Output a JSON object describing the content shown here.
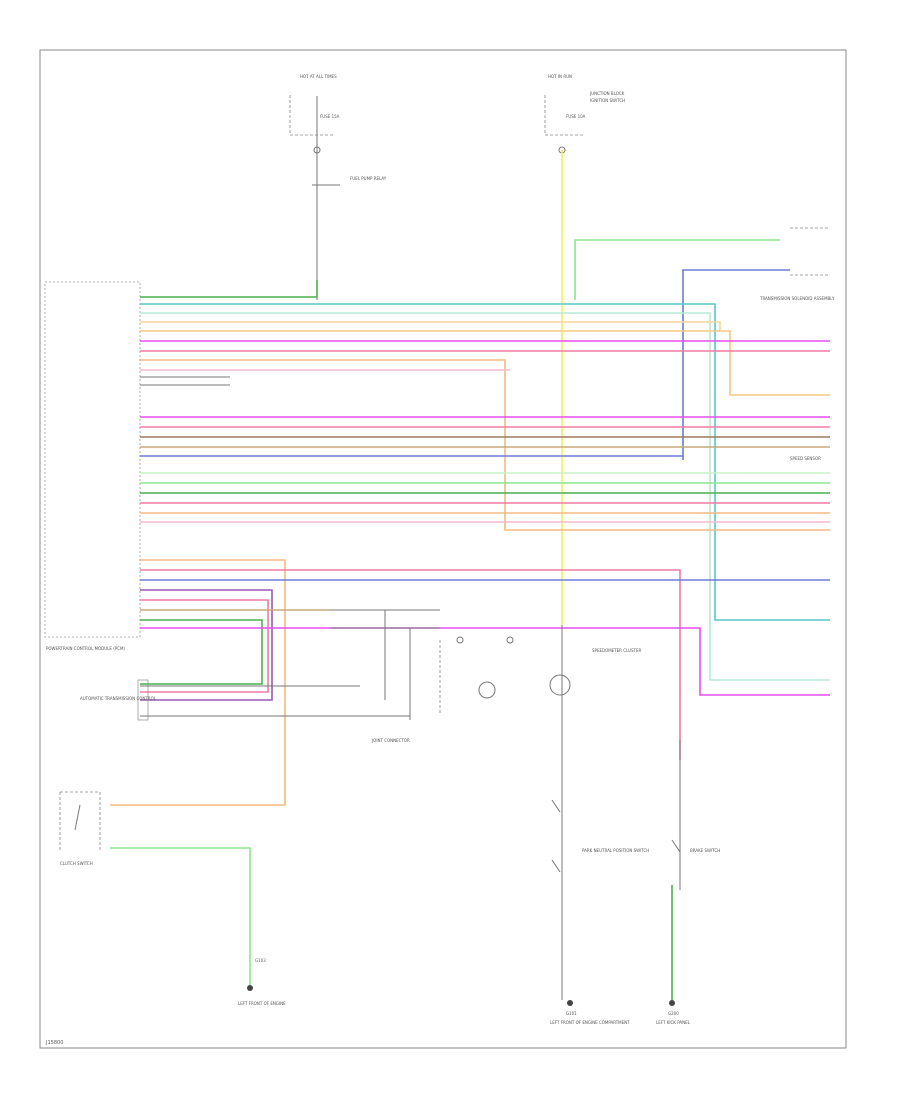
{
  "diagram": {
    "footer_code": "J15800",
    "top": {
      "hot_at_all_times_fuse": "HOT AT ALL TIMES",
      "fuse_label": "FUSE 15A",
      "hot_in_run": "HOT IN RUN",
      "fuse_label_2": "FUSE 10A",
      "junction_block": "JUNCTION BLOCK",
      "fuel_pump_relay": "FUEL PUMP RELAY",
      "ignition_switch": "IGNITION SWITCH"
    },
    "pcm_label": "POWERTRAIN CONTROL MODULE (PCM)",
    "ecm_label": "AUTOMATIC TRANSMISSION CONTROL",
    "right_labels": {
      "transmission": "TRANSMISSION SOLENOID ASSEMBLY",
      "speed_sensor": "SPEED SENSOR"
    },
    "bottom": {
      "lower_left_switch": "CLUTCH SWITCH",
      "g1": "G103",
      "g1_label": "LEFT FRONT OF ENGINE",
      "g2": "G101",
      "g2_label": "LEFT FRONT OF ENGINE COMPARTMENT",
      "g3": "G200",
      "g3_label": "LEFT KICK PANEL",
      "speedometer": "SPEEDOMETER CLUSTER",
      "park_neutral": "PARK NEUTRAL POSITION SWITCH",
      "brake_switch": "BRAKE SWITCH",
      "joint_connector": "JOINT CONNECTOR"
    }
  },
  "colors": {
    "green": "#4caf50",
    "lightgreen": "#8de58d",
    "cyan": "#59c7c7",
    "yellow": "#f4f24d",
    "pink": "#f27ba0",
    "magenta": "#e64ff0",
    "orange": "#f5b880",
    "tan": "#c7a97a",
    "blue": "#6d7bd9",
    "gray": "#999999",
    "brown": "#9b7a5a",
    "lightpink": "#f5b8d0"
  }
}
